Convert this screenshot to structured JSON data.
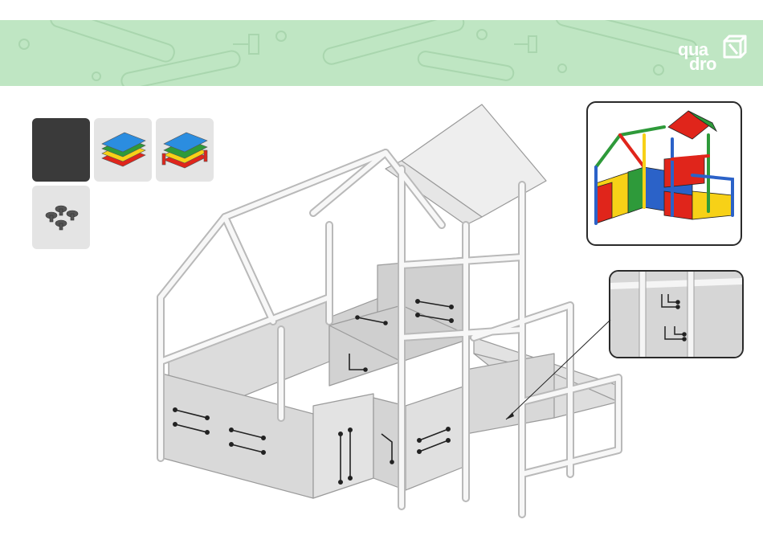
{
  "banner": {
    "color": "#bfe6c3",
    "logo_line1": "qua",
    "logo_line2": "dro"
  },
  "parts": [
    {
      "name": "dark-panel-part",
      "icon": "dark-panel-icon"
    },
    {
      "name": "multicolor-boards-part",
      "icon": "stacked-boards-icon"
    },
    {
      "name": "multicolor-boards-with-rails-part",
      "icon": "stacked-rail-boards-icon"
    },
    {
      "name": "connectors-part",
      "icon": "connector-screws-icon"
    }
  ],
  "colors": {
    "frame": "#efefef",
    "panel": "#d6d6d6",
    "outline": "#9a9a9a",
    "red": "#e0251b",
    "yellow": "#f7d117",
    "green": "#2e9a3a",
    "blue": "#2b62c8"
  }
}
